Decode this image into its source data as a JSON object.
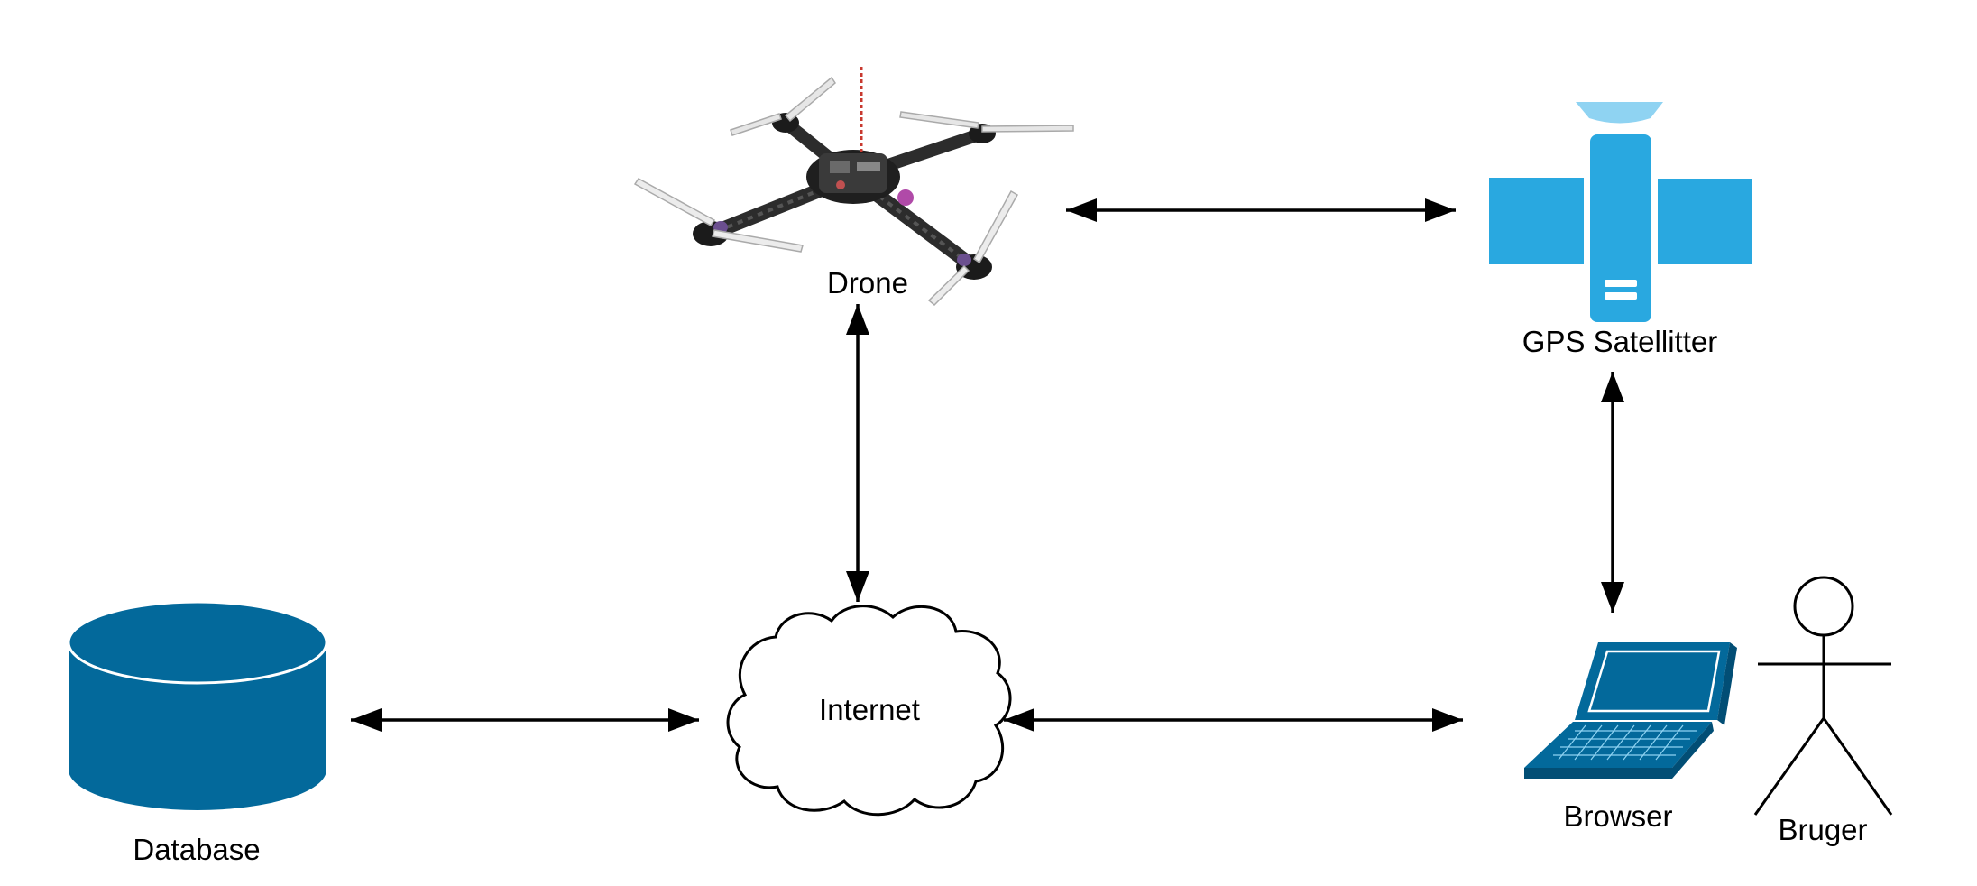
{
  "nodes": {
    "drone": {
      "label": "Drone",
      "icon": "drone-icon"
    },
    "satellite": {
      "label": "GPS Satellitter",
      "icon": "satellite-icon"
    },
    "internet": {
      "label": "Internet",
      "icon": "cloud-icon"
    },
    "database": {
      "label": "Database",
      "icon": "database-cylinder-icon"
    },
    "browser": {
      "label": "Browser",
      "icon": "laptop-icon"
    },
    "user": {
      "label": "Bruger",
      "icon": "stick-figure-icon"
    }
  },
  "colors": {
    "database_fill": "#03699b",
    "laptop_fill": "#03699b",
    "satellite_fill": "#29a8e0",
    "satellite_dish": "#8fd3f2",
    "arrow": "#000000"
  }
}
